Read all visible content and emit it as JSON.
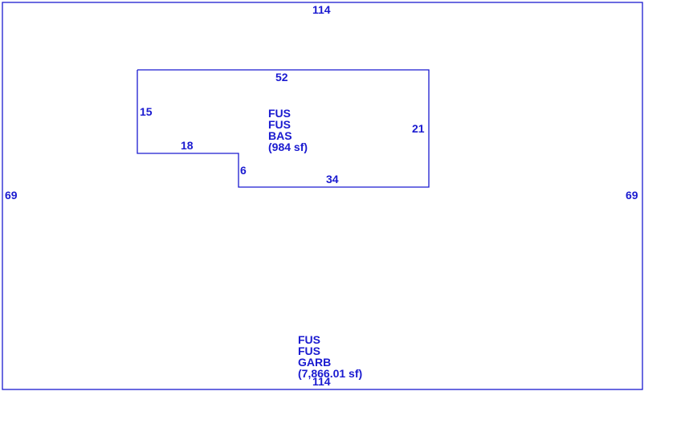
{
  "colors": {
    "line": "#1a1ad0",
    "text": "#1a1ad0",
    "background": "#ffffff"
  },
  "outer": {
    "dims": {
      "top": "114",
      "bottom": "114",
      "left": "69",
      "right": "69"
    },
    "lines": [
      "FUS",
      "FUS",
      "GARB"
    ],
    "area": "(7,866.01 sf)"
  },
  "building": {
    "dims": {
      "top": "52",
      "right": "21",
      "bottom": "34",
      "step_vertical": "6",
      "step_horizontal": "18",
      "left": "15"
    },
    "lines": [
      "FUS",
      "FUS",
      "BAS"
    ],
    "area": "(984 sf)"
  }
}
